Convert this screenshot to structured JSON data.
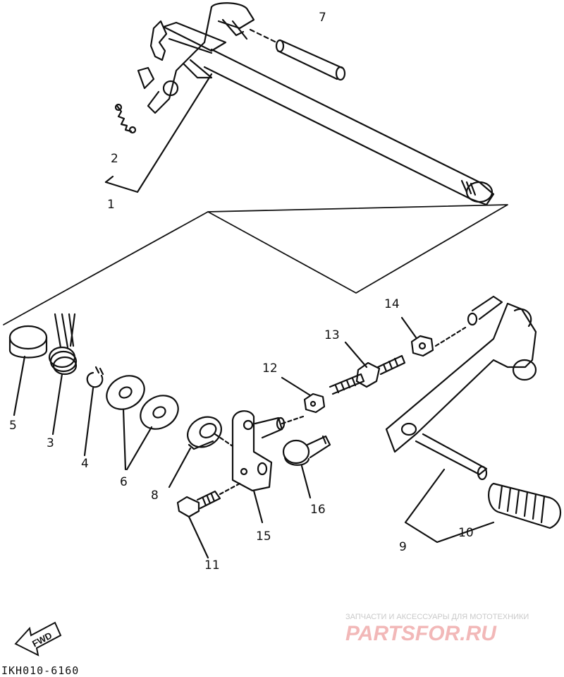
{
  "diagram": {
    "callouts": {
      "c1": "1",
      "c2": "2",
      "c3": "3",
      "c4": "4",
      "c5": "5",
      "c6": "6",
      "c7": "7",
      "c8": "8",
      "c9": "9",
      "c10": "10",
      "c11": "11",
      "c12": "12",
      "c13": "13",
      "c14": "14",
      "c15": "15",
      "c16": "16"
    },
    "fwd_label": "FWD",
    "drawing_code": "IKH010-6160"
  },
  "watermark": {
    "tagline": "ЗАПЧАСТИ И АКСЕССУАРЫ ДЛЯ МОТОТЕХНИКИ",
    "brand": "PARTSFOR.RU",
    "brand_color": "#e9a0a0"
  }
}
